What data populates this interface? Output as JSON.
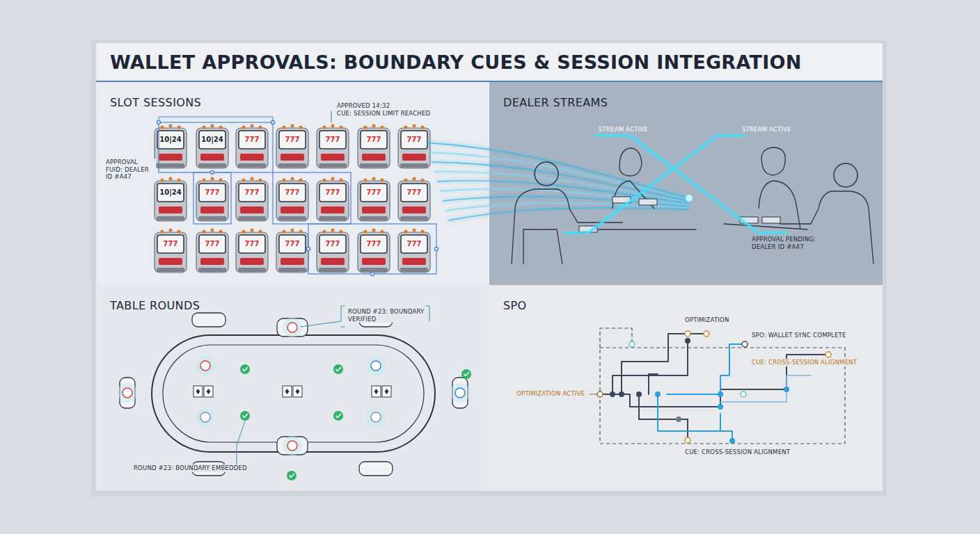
{
  "diagram": {
    "title": "WALLET APPROVALS: BOUNDARY CUES & SESSION INTEGRATION",
    "nodes": [
      {
        "text": [
          "SLOT SESSIONS"
        ]
      },
      {
        "text": [
          "DEALER STREAMS"
        ]
      },
      {
        "text": [
          "TABLE ROUNDS"
        ]
      },
      {
        "text": [
          "SPO"
        ]
      }
    ],
    "labels": [
      "APPROVED 14:32",
      "CUE: SESSION LIMIT REACHED",
      "APPROVAL FUID: DEALER ID #A47",
      "10|24",
      "10|24",
      "777",
      "777",
      "777",
      "777",
      "777",
      "10|24",
      "777",
      "777",
      "777",
      "777",
      "777",
      "777",
      "777",
      "777",
      "777",
      "777",
      "777",
      "777",
      "777",
      "STREAM ACTIVE",
      "STREAM ACTIVE",
      "APPROVAL PENDING: DEALER ID #A47",
      "ROUND #23: BOUNDARY VERIFIED",
      "ROUND #23: BOUNDARY EMBEDDED",
      "OPTIMIZATION",
      "SPO: WALLET SYNC COMPLETE",
      "CUE: CROSS-SESSION ALIGNMENT",
      "OPTIMIZATION ACTIVE",
      "CUE: CROSS-SESSION ALIGNMENT"
    ]
  }
}
